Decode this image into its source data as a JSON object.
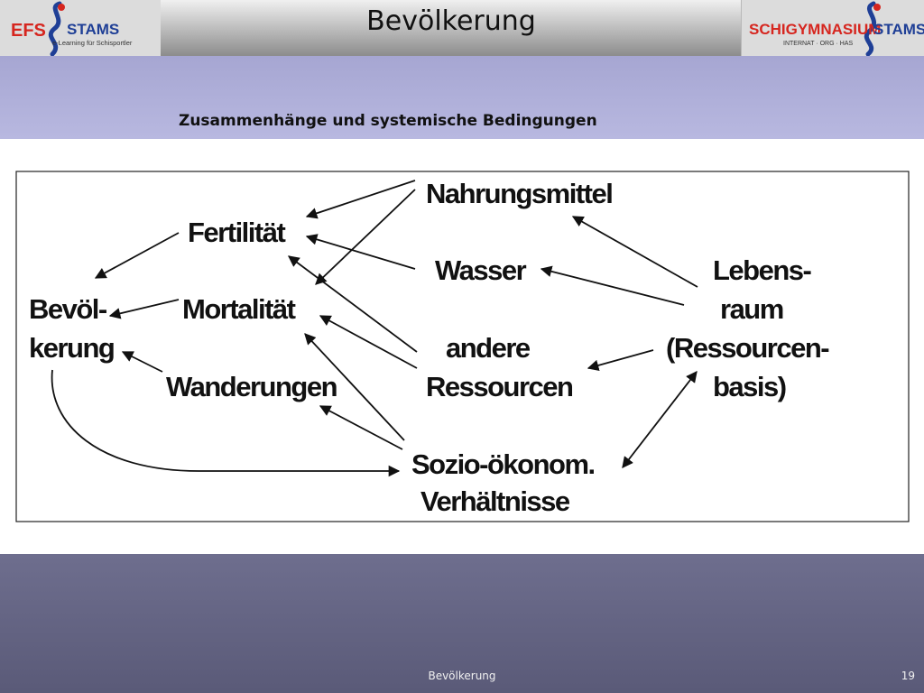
{
  "header": {
    "title": "Bevölkerung",
    "logo_left": {
      "brand": "EFS",
      "name": "STAMS",
      "tagline": "e-Learning für Schisportler"
    },
    "logo_right": {
      "name1": "SCHIGYMNASIUM",
      "name2": "STAMS",
      "tagline": "INTERNAT · ORG · HAS"
    }
  },
  "subtitle": "Zusammenhänge und systemische Bedingungen",
  "diagram": {
    "nodes": {
      "nahrungsmittel": "Nahrungsmittel",
      "fertilitaet": "Fertilität",
      "wasser": "Wasser",
      "lebensraum_1": "Lebens-",
      "lebensraum_2": "raum",
      "lebensraum_3": "(Ressourcen-",
      "lebensraum_4": "basis)",
      "bevoelkerung_1": "Bevöl-",
      "bevoelkerung_2": "kerung",
      "mortalitaet": "Mortalität",
      "andere_1": "andere",
      "andere_2": "Ressourcen",
      "wanderungen": "Wanderungen",
      "sozio_1": "Sozio-ökonom.",
      "sozio_2": "Verhältnisse"
    }
  },
  "footer": {
    "text": "Bevölkerung",
    "page": "19"
  },
  "colors": {
    "subband": "#b0b0dc",
    "footer": "#62627f",
    "logo_red": "#d6261f",
    "logo_blue": "#1f3f96"
  }
}
